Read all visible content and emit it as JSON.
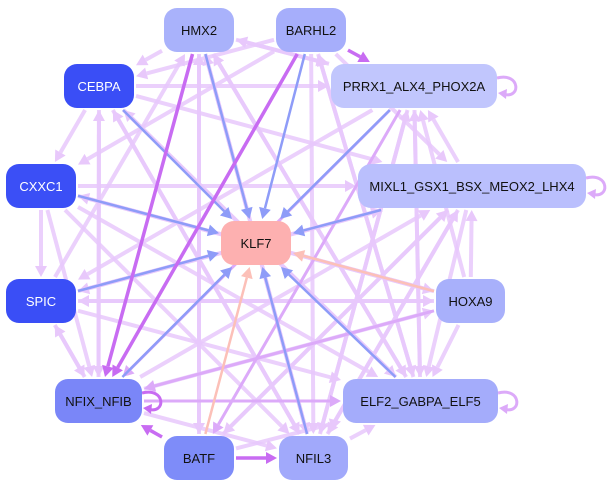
{
  "graph": {
    "type": "directed-network",
    "center_node": "KLF7",
    "nodes": [
      {
        "id": "HMX2",
        "label": "HMX2",
        "color": "#a9b2fb",
        "text_color": "dark"
      },
      {
        "id": "BARHL2",
        "label": "BARHL2",
        "color": "#a6aefb",
        "text_color": "dark"
      },
      {
        "id": "PRRX1_ALX4_PHOX2A",
        "label": "PRRX1_ALX4_PHOX2A",
        "color": "#c1c6fd",
        "text_color": "dark"
      },
      {
        "id": "MIXL1_GSX1_BSX_MEOX2_LHX4",
        "label": "MIXL1_GSX1_BSX_MEOX2_LHX4",
        "color": "#babffd",
        "text_color": "dark"
      },
      {
        "id": "HOXA9",
        "label": "HOXA9",
        "color": "#a8b0fb",
        "text_color": "dark"
      },
      {
        "id": "ELF2_GABPA_ELF5",
        "label": "ELF2_GABPA_ELF5",
        "color": "#a4acfb",
        "text_color": "dark"
      },
      {
        "id": "NFIL3",
        "label": "NFIL3",
        "color": "#a1a9fb",
        "text_color": "dark"
      },
      {
        "id": "BATF",
        "label": "BATF",
        "color": "#7e8cf9",
        "text_color": "dark"
      },
      {
        "id": "NFIX_NFIB",
        "label": "NFIX_NFIB",
        "color": "#7a86f8",
        "text_color": "dark"
      },
      {
        "id": "SPIC",
        "label": "SPIC",
        "color": "#3a4ef6",
        "text_color": "light"
      },
      {
        "id": "CXXC1",
        "label": "CXXC1",
        "color": "#3b4ff6",
        "text_color": "light"
      },
      {
        "id": "CEBPA",
        "label": "CEBPA",
        "color": "#3a4ef6",
        "text_color": "light"
      },
      {
        "id": "KLF7",
        "label": "KLF7",
        "color": "#fdb0b0",
        "text_color": "dark"
      }
    ],
    "edge_colors": {
      "weak": "#e8c8fb",
      "medium": "#dcaaf9",
      "strong": "#c86cf2",
      "to_target_blue": "#8e9cf8",
      "to_target_pink": "#fcc0b8"
    },
    "edges": [
      {
        "from": "HMX2",
        "to": "KLF7",
        "strength": "blue"
      },
      {
        "from": "BARHL2",
        "to": "KLF7",
        "strength": "blue"
      },
      {
        "from": "BARHL2",
        "to": "PRRX1_ALX4_PHOX2A",
        "strength": "strong"
      },
      {
        "from": "PRRX1_ALX4_PHOX2A",
        "to": "KLF7",
        "strength": "blue"
      },
      {
        "from": "MIXL1_GSX1_BSX_MEOX2_LHX4",
        "to": "KLF7",
        "strength": "blue"
      },
      {
        "from": "HOXA9",
        "to": "KLF7",
        "strength": "pink"
      },
      {
        "from": "ELF2_GABPA_ELF5",
        "to": "KLF7",
        "strength": "blue"
      },
      {
        "from": "NFIL3",
        "to": "KLF7",
        "strength": "blue"
      },
      {
        "from": "BATF",
        "to": "KLF7",
        "strength": "pink"
      },
      {
        "from": "NFIX_NFIB",
        "to": "KLF7",
        "strength": "blue"
      },
      {
        "from": "SPIC",
        "to": "KLF7",
        "strength": "blue"
      },
      {
        "from": "CXXC1",
        "to": "KLF7",
        "strength": "blue"
      },
      {
        "from": "CEBPA",
        "to": "KLF7",
        "strength": "blue"
      },
      {
        "from": "BATF",
        "to": "NFIL3",
        "strength": "strong"
      },
      {
        "from": "BATF",
        "to": "NFIX_NFIB",
        "strength": "strong"
      },
      {
        "from": "NFIX_NFIB",
        "to": "NFIX_NFIB",
        "strength": "strong"
      },
      {
        "from": "PRRX1_ALX4_PHOX2A",
        "to": "PRRX1_ALX4_PHOX2A",
        "strength": "medium"
      },
      {
        "from": "MIXL1_GSX1_BSX_MEOX2_LHX4",
        "to": "MIXL1_GSX1_BSX_MEOX2_LHX4",
        "strength": "medium"
      },
      {
        "from": "ELF2_GABPA_ELF5",
        "to": "ELF2_GABPA_ELF5",
        "strength": "medium"
      },
      {
        "from": "CEBPA",
        "to": "CXXC1",
        "strength": "weak"
      },
      {
        "from": "CXXC1",
        "to": "SPIC",
        "strength": "weak"
      },
      {
        "from": "SPIC",
        "to": "NFIX_NFIB",
        "strength": "weak"
      },
      {
        "from": "HOXA9",
        "to": "ELF2_GABPA_ELF5",
        "strength": "weak"
      },
      {
        "from": "MIXL1_GSX1_BSX_MEOX2_LHX4",
        "to": "PRRX1_ALX4_PHOX2A",
        "strength": "weak"
      },
      {
        "from": "HMX2",
        "to": "NFIX_NFIB",
        "strength": "strong"
      },
      {
        "from": "BARHL2",
        "to": "NFIX_NFIB",
        "strength": "strong"
      },
      {
        "from": "PRRX1_ALX4_PHOX2A",
        "to": "NFIX_NFIB",
        "strength": "medium"
      },
      {
        "from": "HOXA9",
        "to": "NFIX_NFIB",
        "strength": "medium"
      },
      {
        "from": "CEBPA",
        "to": "ELF2_GABPA_ELF5",
        "strength": "weak"
      },
      {
        "from": "CEBPA",
        "to": "MIXL1_GSX1_BSX_MEOX2_LHX4",
        "strength": "weak"
      },
      {
        "from": "CEBPA",
        "to": "PRRX1_ALX4_PHOX2A",
        "strength": "weak"
      },
      {
        "from": "CXXC1",
        "to": "MIXL1_GSX1_BSX_MEOX2_LHX4",
        "strength": "weak"
      },
      {
        "from": "CXXC1",
        "to": "HOXA9",
        "strength": "weak"
      },
      {
        "from": "CXXC1",
        "to": "NFIL3",
        "strength": "weak"
      },
      {
        "from": "SPIC",
        "to": "MIXL1_GSX1_BSX_MEOX2_LHX4",
        "strength": "weak"
      },
      {
        "from": "SPIC",
        "to": "ELF2_GABPA_ELF5",
        "strength": "weak"
      },
      {
        "from": "SPIC",
        "to": "HMX2",
        "strength": "weak"
      },
      {
        "from": "NFIX_NFIB",
        "to": "ELF2_GABPA_ELF5",
        "strength": "medium"
      },
      {
        "from": "NFIX_NFIB",
        "to": "MIXL1_GSX1_BSX_MEOX2_LHX4",
        "strength": "weak"
      },
      {
        "from": "NFIX_NFIB",
        "to": "CEBPA",
        "strength": "weak"
      },
      {
        "from": "BATF",
        "to": "MIXL1_GSX1_BSX_MEOX2_LHX4",
        "strength": "weak"
      },
      {
        "from": "BATF",
        "to": "HMX2",
        "strength": "weak"
      },
      {
        "from": "BATF",
        "to": "ELF2_GABPA_ELF5",
        "strength": "weak"
      },
      {
        "from": "NFIL3",
        "to": "HMX2",
        "strength": "weak"
      },
      {
        "from": "NFIL3",
        "to": "CEBPA",
        "strength": "weak"
      },
      {
        "from": "NFIL3",
        "to": "ELF2_GABPA_ELF5",
        "strength": "weak"
      },
      {
        "from": "NFIL3",
        "to": "MIXL1_GSX1_BSX_MEOX2_LHX4",
        "strength": "weak"
      },
      {
        "from": "ELF2_GABPA_ELF5",
        "to": "CEBPA",
        "strength": "weak"
      },
      {
        "from": "ELF2_GABPA_ELF5",
        "to": "HMX2",
        "strength": "weak"
      },
      {
        "from": "ELF2_GABPA_ELF5",
        "to": "BARHL2",
        "strength": "weak"
      },
      {
        "from": "ELF2_GABPA_ELF5",
        "to": "PRRX1_ALX4_PHOX2A",
        "strength": "weak"
      },
      {
        "from": "HOXA9",
        "to": "CXXC1",
        "strength": "weak"
      },
      {
        "from": "HOXA9",
        "to": "SPIC",
        "strength": "weak"
      },
      {
        "from": "HOXA9",
        "to": "PRRX1_ALX4_PHOX2A",
        "strength": "weak"
      },
      {
        "from": "MIXL1_GSX1_BSX_MEOX2_LHX4",
        "to": "SPIC",
        "strength": "weak"
      },
      {
        "from": "MIXL1_GSX1_BSX_MEOX2_LHX4",
        "to": "NFIL3",
        "strength": "weak"
      },
      {
        "from": "MIXL1_GSX1_BSX_MEOX2_LHX4",
        "to": "BATF",
        "strength": "weak"
      },
      {
        "from": "MIXL1_GSX1_BSX_MEOX2_LHX4",
        "to": "ELF2_GABPA_ELF5",
        "strength": "weak"
      },
      {
        "from": "PRRX1_ALX4_PHOX2A",
        "to": "HMX2",
        "strength": "weak"
      },
      {
        "from": "PRRX1_ALX4_PHOX2A",
        "to": "SPIC",
        "strength": "weak"
      },
      {
        "from": "PRRX1_ALX4_PHOX2A",
        "to": "BATF",
        "strength": "medium"
      },
      {
        "from": "PRRX1_ALX4_PHOX2A",
        "to": "NFIL3",
        "strength": "weak"
      },
      {
        "from": "PRRX1_ALX4_PHOX2A",
        "to": "ELF2_GABPA_ELF5",
        "strength": "weak"
      },
      {
        "from": "BARHL2",
        "to": "CEBPA",
        "strength": "weak"
      },
      {
        "from": "BARHL2",
        "to": "CXXC1",
        "strength": "weak"
      },
      {
        "from": "BARHL2",
        "to": "ELF2_GABPA_ELF5",
        "strength": "weak"
      },
      {
        "from": "BARHL2",
        "to": "NFIL3",
        "strength": "weak"
      },
      {
        "from": "BARHL2",
        "to": "MIXL1_GSX1_BSX_MEOX2_LHX4",
        "strength": "weak"
      },
      {
        "from": "HMX2",
        "to": "CEBPA",
        "strength": "weak"
      },
      {
        "from": "HMX2",
        "to": "ELF2_GABPA_ELF5",
        "strength": "weak"
      },
      {
        "from": "HMX2",
        "to": "NFIL3",
        "strength": "weak"
      },
      {
        "from": "HMX2",
        "to": "PRRX1_ALX4_PHOX2A",
        "strength": "weak"
      },
      {
        "from": "HMX2",
        "to": "BATF",
        "strength": "weak"
      },
      {
        "from": "CEBPA",
        "to": "NFIX_NFIB",
        "strength": "weak"
      },
      {
        "from": "CEBPA",
        "to": "NFIL3",
        "strength": "weak"
      },
      {
        "from": "CXXC1",
        "to": "NFIX_NFIB",
        "strength": "weak"
      },
      {
        "from": "CXXC1",
        "to": "ELF2_GABPA_ELF5",
        "strength": "weak"
      },
      {
        "from": "SPIC",
        "to": "HOXA9",
        "strength": "weak"
      },
      {
        "from": "NFIX_NFIB",
        "to": "HOXA9",
        "strength": "weak"
      },
      {
        "from": "NFIX_NFIB",
        "to": "SPIC",
        "strength": "weak"
      },
      {
        "from": "NFIX_NFIB",
        "to": "NFIL3",
        "strength": "weak"
      },
      {
        "from": "NFIL3",
        "to": "PRRX1_ALX4_PHOX2A",
        "strength": "weak"
      },
      {
        "from": "HOXA9",
        "to": "MIXL1_GSX1_BSX_MEOX2_LHX4",
        "strength": "weak"
      }
    ]
  }
}
